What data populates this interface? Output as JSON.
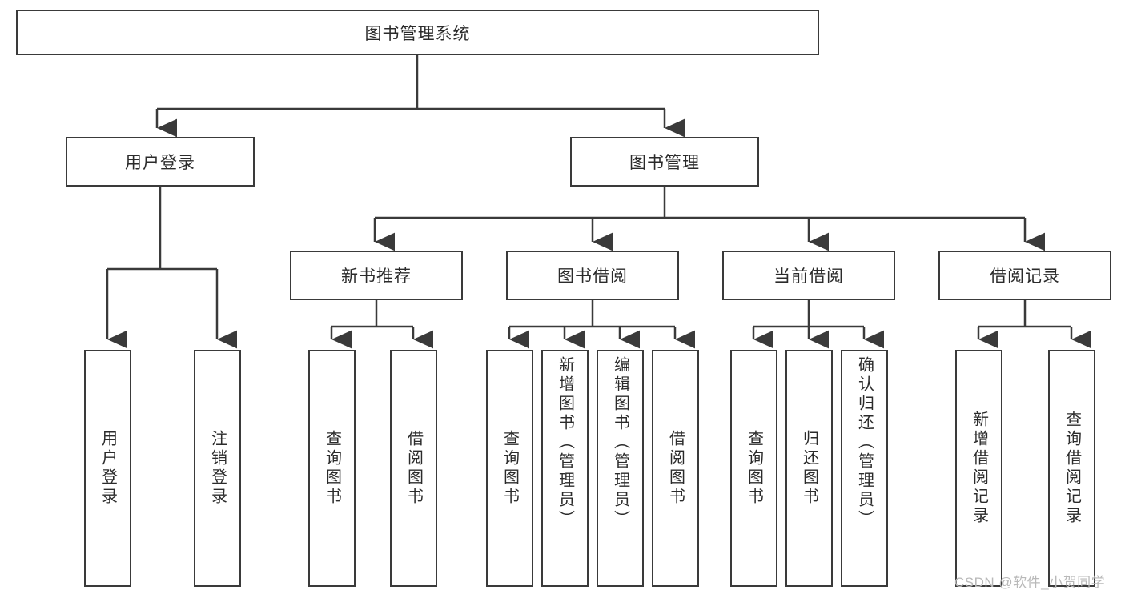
{
  "diagram": {
    "title": "图书管理系统",
    "type": "hierarchy-tree",
    "watermark": "CSDN @软件_小贺同学",
    "colors": {
      "stroke": "#3a3a3a",
      "text": "#2b2b2b",
      "background": "#ffffff",
      "watermark": "#b9b9b9"
    },
    "root": {
      "label": "图书管理系统"
    },
    "level2": [
      {
        "label": "用户登录"
      },
      {
        "label": "图书管理"
      }
    ],
    "level3": [
      {
        "label": "新书推荐"
      },
      {
        "label": "图书借阅"
      },
      {
        "label": "当前借阅"
      },
      {
        "label": "借阅记录"
      }
    ],
    "leaves": {
      "user_login": [
        {
          "label": "用户登录"
        },
        {
          "label": "注销登录"
        }
      ],
      "new_book_recommend": [
        {
          "label": "查询图书"
        },
        {
          "label": "借阅图书"
        }
      ],
      "book_borrow": [
        {
          "label": "查询图书"
        },
        {
          "label": "新增图书（管理员）"
        },
        {
          "label": "编辑图书（管理员）"
        },
        {
          "label": "借阅图书"
        }
      ],
      "current_borrow": [
        {
          "label": "查询图书"
        },
        {
          "label": "归还图书"
        },
        {
          "label": "确认归还（管理员）"
        }
      ],
      "borrow_record": [
        {
          "label": "新增借阅记录"
        },
        {
          "label": "查询借阅记录"
        }
      ]
    }
  }
}
